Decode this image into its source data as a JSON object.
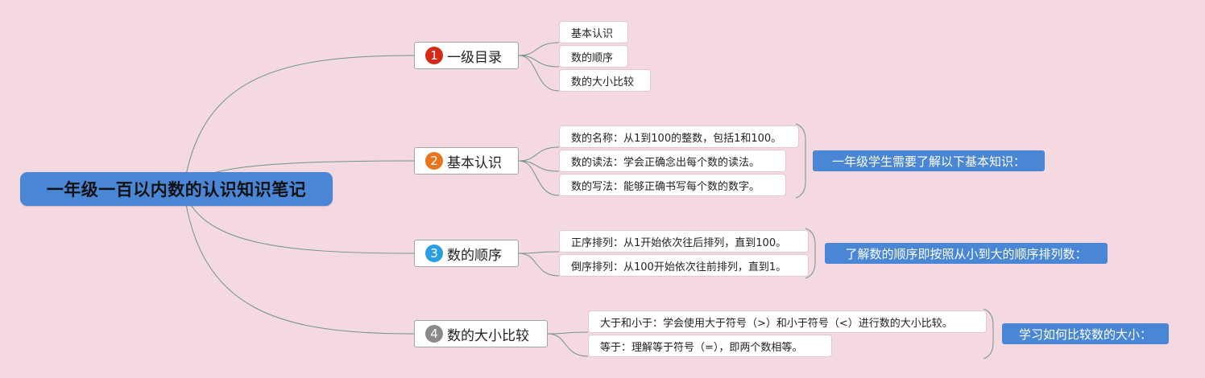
{
  "title": "一年级一百以内数的认识知识笔记",
  "colors": {
    "background": "#f4d9e0",
    "root": "#4a86d6",
    "line": "#6f948c",
    "badge_1": "#d42a17",
    "badge_2": "#e8741e",
    "badge_3": "#2a9ee0",
    "badge_4": "#8a8a8a",
    "summary": "#4a86d6"
  },
  "branches": [
    {
      "number": "1",
      "label": "一级目录",
      "items": [
        "基本认识",
        "数的顺序",
        "数的大小比较"
      ]
    },
    {
      "number": "2",
      "label": "基本认识",
      "items": [
        "数的名称：从1到100的整数，包括1和100。",
        "数的读法：学会正确念出每个数的读法。",
        "数的写法：能够正确书写每个数的数字。"
      ],
      "summary": "一年级学生需要了解以下基本知识："
    },
    {
      "number": "3",
      "label": "数的顺序",
      "items": [
        "正序排列：从1开始依次往后排列，直到100。",
        "倒序排列：从100开始依次往前排列，直到1。"
      ],
      "summary": "了解数的顺序即按照从小到大的顺序排列数："
    },
    {
      "number": "4",
      "label": "数的大小比较",
      "items": [
        "大于和小于：学会使用大于符号（>）和小于符号（<）进行数的大小比较。",
        "等于：理解等于符号（=），即两个数相等。"
      ],
      "summary": "学习如何比较数的大小："
    }
  ]
}
